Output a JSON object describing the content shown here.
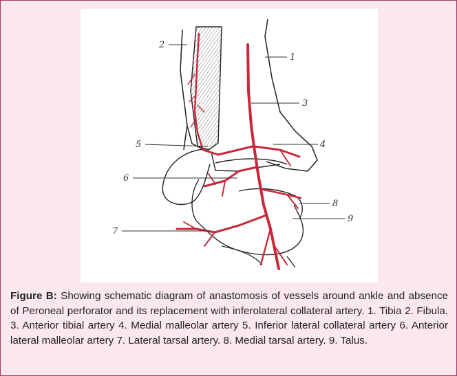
{
  "figure": {
    "labels": [
      "1",
      "2",
      "3",
      "4",
      "5",
      "6",
      "7",
      "8",
      "9"
    ]
  },
  "caption": {
    "lead": "Figure B:",
    "text": " Showing schematic diagram of anastomosis of vessels around ankle and absence of Peroneal perforator and its replacement with inferolateral collateral artery. 1. Tibia 2. Fibula. 3. Anterior tibial artery 4. Medial malleolar artery 5. Inferior lateral collateral artery 6. Anterior lateral malleolar artery 7. Lateral tarsal artery.  8. Medial tarsal artery. 9. Talus."
  },
  "colors": {
    "frame_bg": "#fbe8ef",
    "frame_border": "#9b3a66",
    "artery": "#c8283a",
    "bone_outline": "#2a2a2a"
  }
}
